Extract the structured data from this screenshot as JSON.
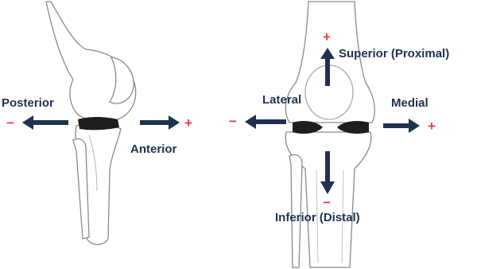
{
  "labels": {
    "posterior": "Posterior",
    "anterior": "Anterior",
    "lateral": "Lateral",
    "medial": "Medial",
    "superior": "Superior (Proximal)",
    "inferior": "Inferior (Distal)"
  },
  "signs": {
    "plus": "+",
    "minus": "−"
  },
  "colors": {
    "arrow": "#1f3150",
    "sign": "#e8403d",
    "bone_outline": "#8a8a8a",
    "cartilage": "#1e1e1e"
  }
}
